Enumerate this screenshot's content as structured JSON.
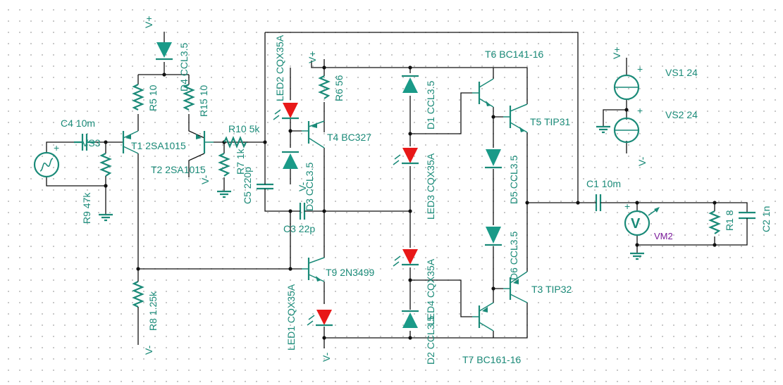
{
  "colors": {
    "component": "#1a8a78",
    "wire": "#111111",
    "led_red": "#e81818",
    "diode_teal": "#1a9a88",
    "meter_label": "#7a1a9a",
    "pin_marker": "#e0202a"
  },
  "labels": {
    "vplus_top": "V+",
    "d4": "D4 CCL3.5",
    "r5": "R5 10",
    "r15": "R15 10",
    "c4": "C4 10m",
    "vs3": "VS3",
    "t1": "T1 2SA1015",
    "t2": "T2 2SA1015",
    "r9": "R9 47k",
    "r10": "R10 5k",
    "r7": "R7 1k",
    "vminus_r7": "V-",
    "c5": "C5 220p",
    "c3": "C3 22p",
    "r8": "R8 1.25k",
    "vminus_r8": "V-",
    "vplus_led2": "V+",
    "led2": "LED2 CQX35A",
    "r6": "R6 56",
    "d3": "D3 CCL3.5",
    "vminus_d3": "V-",
    "t4": "T4 BC327",
    "t9": "T9 2N3499",
    "led1": "LED1 CQX35A",
    "vminus_led1": "V-",
    "d1": "D1 CCL3.5",
    "led3": "LED3 CQX35A",
    "led4": "LED4 CQX35A",
    "d2": "D2 CCL3.5",
    "t6": "T6 BC141-16",
    "t5": "T5 TIP31",
    "d5": "D5 CCL3.5",
    "d6": "D6 CCL3.5",
    "t3": "T3 TIP32",
    "t7": "T7 BC161-16",
    "vs1": "VS1 24",
    "vs2": "VS2 24",
    "vplus_vs": "V+",
    "vminus_vs": "V-",
    "c1": "C1 10m",
    "vm2": "VM2",
    "r1": "R1 8",
    "c2": "C2 1n"
  },
  "symbols": {
    "plus": "+",
    "meter": "V"
  }
}
